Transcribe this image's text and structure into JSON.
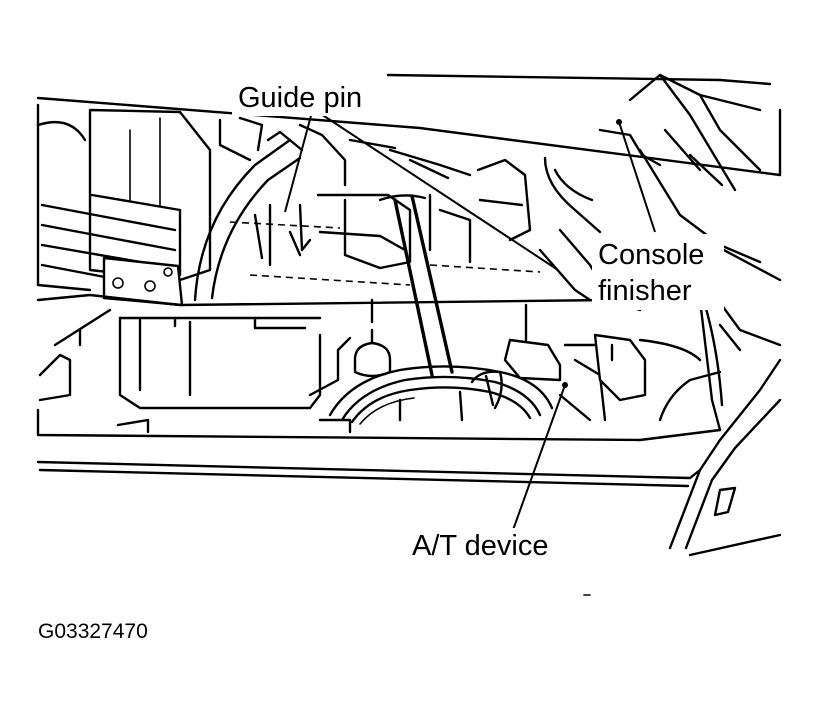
{
  "labels": {
    "guide_pin": "Guide pin",
    "console_finisher_line1": "Console",
    "console_finisher_line2": "finisher",
    "at_device": "A/T device"
  },
  "figure_id": "G03327470"
}
